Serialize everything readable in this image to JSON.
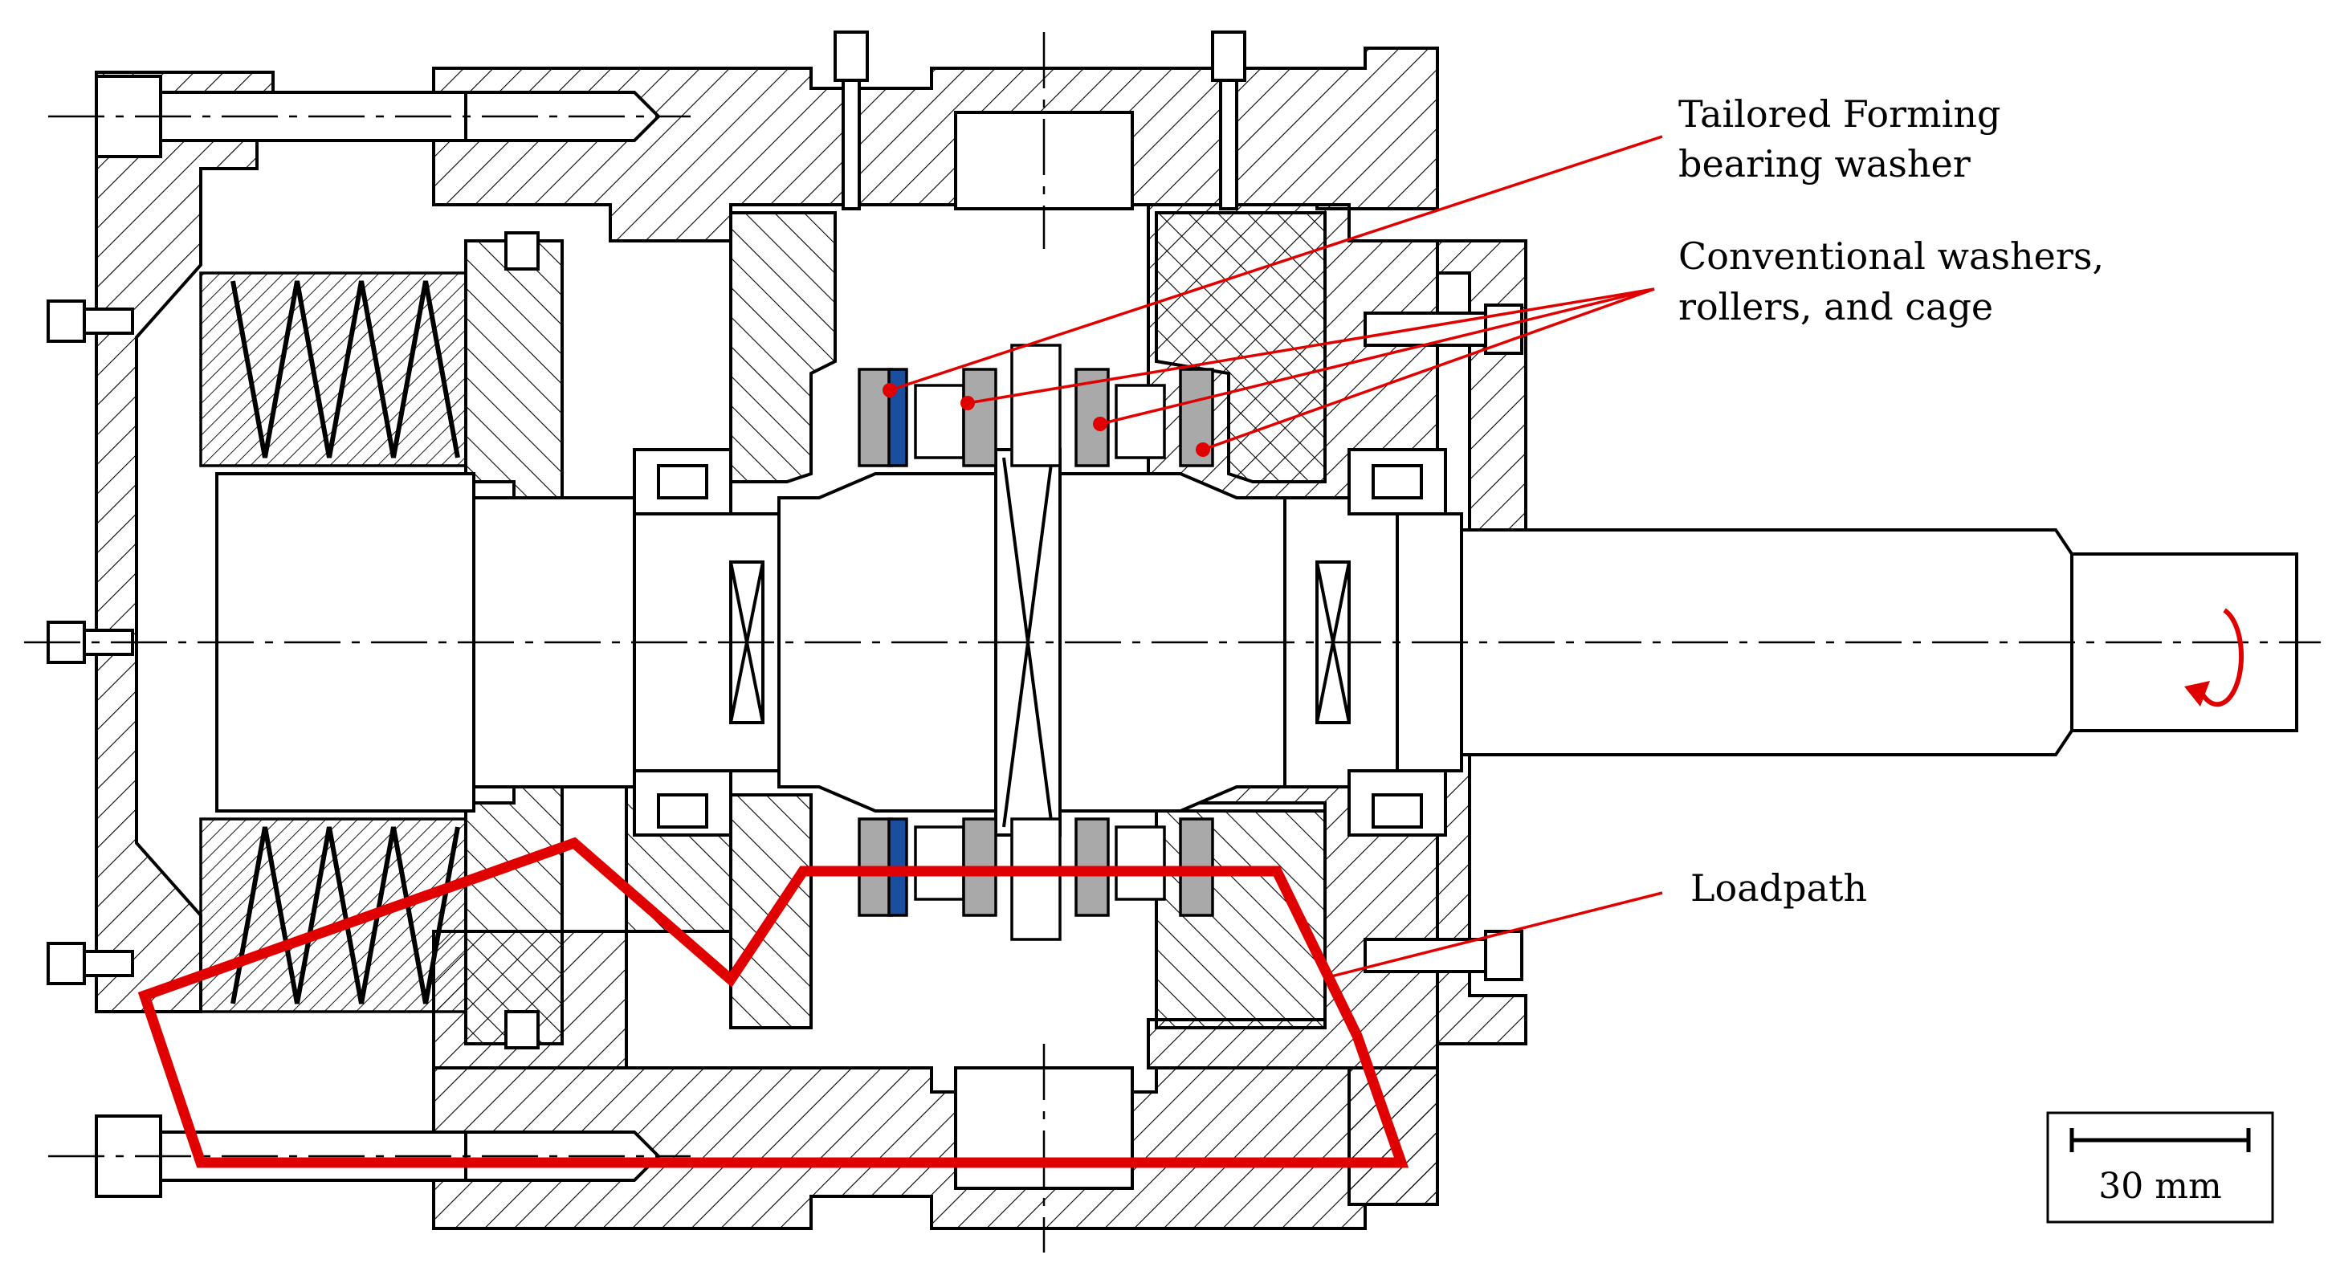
{
  "labels": {
    "tailored_line1": "Tailored Forming",
    "tailored_line2": "bearing washer",
    "conventional_line1": "Conventional washers,",
    "conventional_line2": "rollers, and cage",
    "loadpath": "Loadpath"
  },
  "scale_bar": {
    "text": "30 mm"
  },
  "colors": {
    "annotation": "#e00000",
    "tailored_washer": "#1a4fa0",
    "conventional_parts": "#a9a9a9",
    "outline": "#000000"
  },
  "icons": {
    "rotation": "clockwise-rotation-arrow-icon"
  }
}
